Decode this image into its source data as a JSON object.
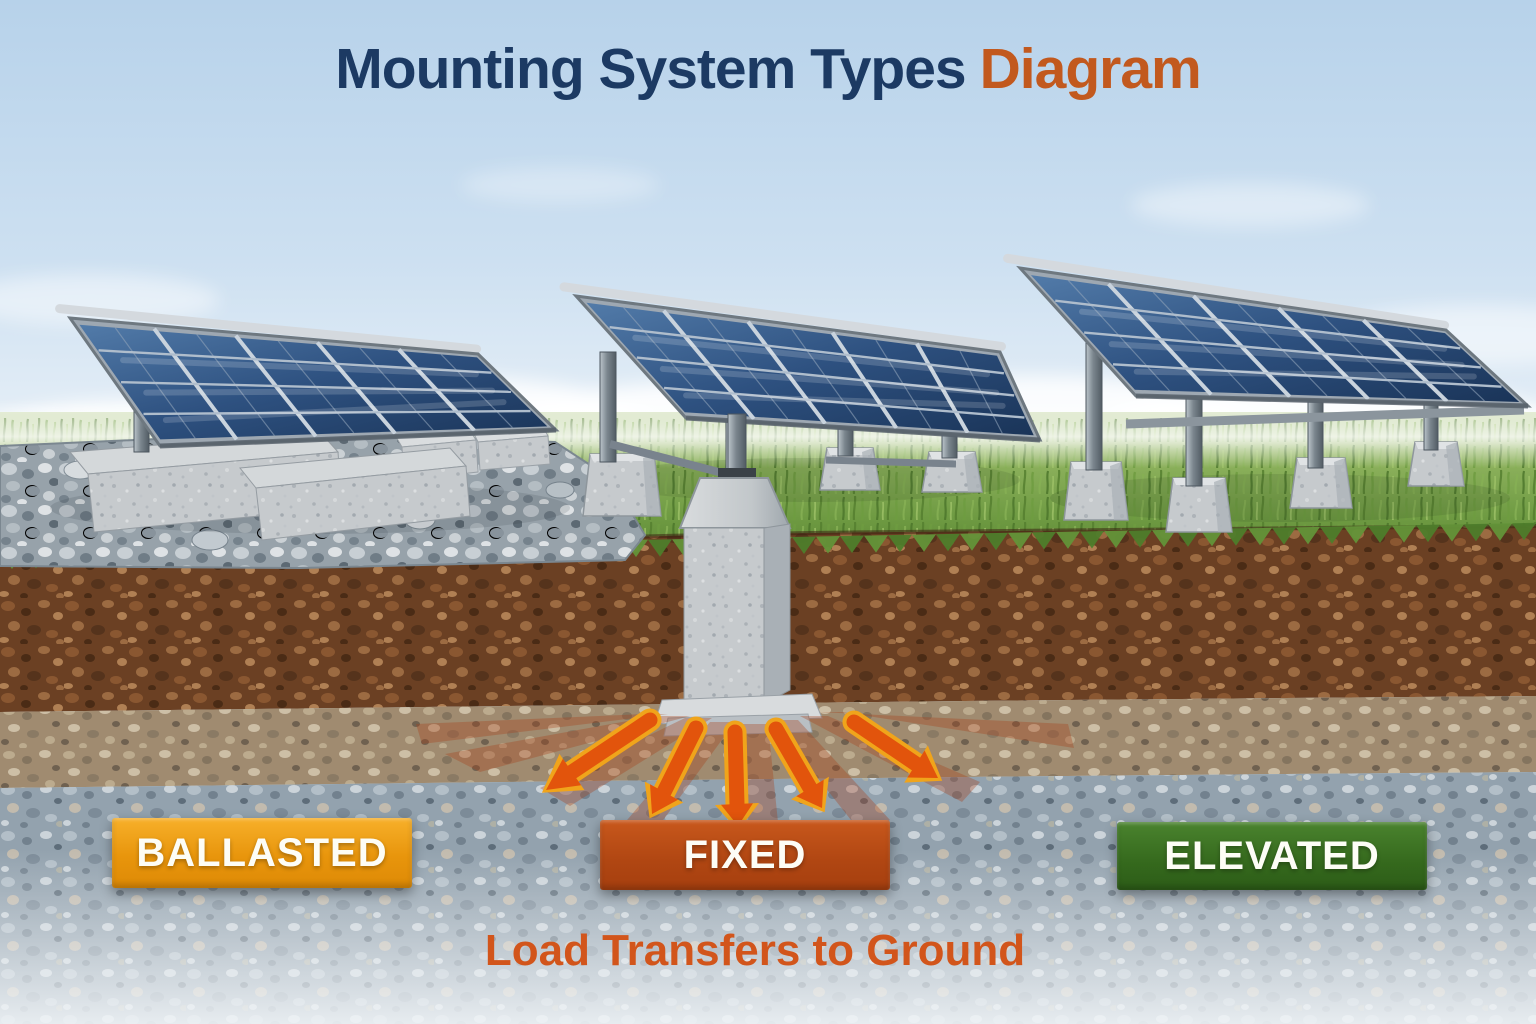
{
  "title": {
    "main": "Mounting System Types",
    "accent": "Diagram"
  },
  "systems": [
    {
      "id": "ballasted",
      "label": "BALLASTED",
      "badge_color": "#EFA018",
      "support": "concrete-ballast-blocks-on-gravel"
    },
    {
      "id": "fixed",
      "label": "FIXED",
      "badge_color": "#B84C15",
      "support": "steel-posts-on-buried-concrete-pier"
    },
    {
      "id": "elevated",
      "label": "ELEVATED",
      "badge_color": "#3A7224",
      "support": "tall-steel-posts-on-concrete-footings"
    }
  ],
  "caption": "Load Transfers to Ground",
  "colors": {
    "title_main": "#1C3A63",
    "title_accent": "#C2591E",
    "caption_text": "#D2551B",
    "ballasted_badge": "#EFA018",
    "fixed_badge": "#B84C15",
    "elevated_badge": "#3A7224",
    "arrow_orange": "#E2540C",
    "arrow_outline": "#F0A41B",
    "panel_blue": "#2E4F7C",
    "sky_blue": "#BBD5EC",
    "grass_green": "#6E9A42",
    "topsoil_brown": "#6B4023",
    "subsoil_tan": "#A08B70",
    "gravel_gray": "#93A2AE",
    "concrete_gray": "#C6CACD"
  }
}
